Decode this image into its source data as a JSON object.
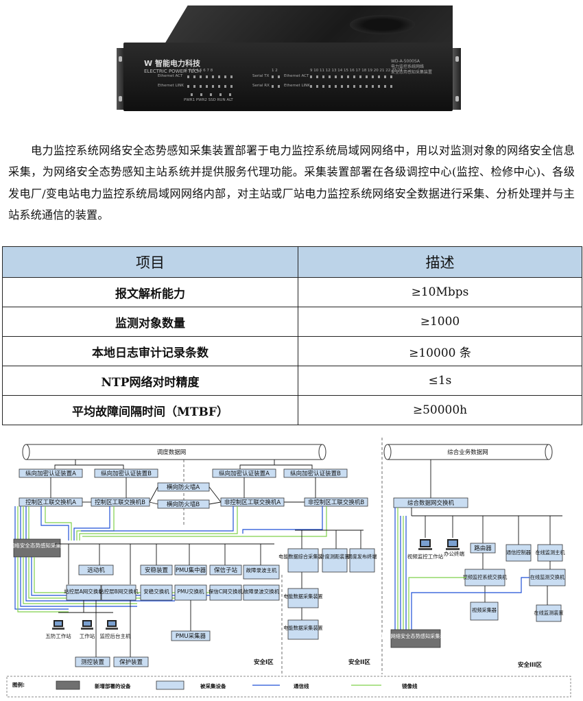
{
  "device": {
    "brand": "W 智能电力科技",
    "brand_sub": "ELECTRIC POWER TECH",
    "model": "WD-A-5000SA",
    "model_line1": "电力监控系统网络",
    "model_line2": "安全态势感知采集装置",
    "leds_left_label1": "Ethernet ACT",
    "leds_left_label2": "Ethernet LINK",
    "leds_left_nums": "1 2 3 4 5 6 7 8",
    "leds_left_bottom": "PWR1  PWR2  SSD  RUN  ALT",
    "leds_right_label1": "Serial TX",
    "leds_right_label2": "Serial RX",
    "leds_right_label3": "Ethernet ACT",
    "leds_right_label4": "Ethernet LINK",
    "leds_right_nums": "1 2",
    "leds_right_nums2": "9 10 11 12 13 14 15 16 17 18 19 20 21 22 23 24"
  },
  "paragraph": "电力监控系统网络安全态势感知采集装置部署于电力监控系统局域网网络中，用以对监测对象的网络安全信息采集，为网络安全态势感知主站系统并提供服务代理功能。采集装置部署在各级调控中心(监控、检修中心)、各级发电厂/变电站电力监控系统局域网网络内部，对主站或厂站电力监控系统网络安全数据进行采集、分析处理并与主站系统通信的装置。",
  "table": {
    "headers": [
      "项目",
      "描述"
    ],
    "rows": [
      {
        "item": "报文解析能力",
        "desc": "≥10Mbps"
      },
      {
        "item": "监测对象数量",
        "desc": "≥1000"
      },
      {
        "item": "本地日志审计记录条数",
        "desc": "≥10000 条"
      },
      {
        "item": "NTP网络对时精度",
        "desc": "≤1s"
      },
      {
        "item": "平均故障间隔时间（MTBF）",
        "desc": "≥50000h"
      }
    ]
  },
  "diagram": {
    "dispatch_net": "调度数据网",
    "comprehensive_net": "综合业务数据网",
    "auth_a1": "纵向加密认证装置A",
    "auth_b1": "纵向加密认证装置B",
    "auth_a2": "纵向加密认证装置A",
    "auth_b2": "纵向加密认证装置B",
    "firewall_a": "横向防火墙A",
    "firewall_b": "横向防火墙B",
    "ctrl_switch_a": "控制区工联交换机A",
    "ctrl_switch_b": "控制区工联交换机B",
    "nonctrl_switch_a": "非控制区工联交换机A",
    "nonctrl_switch_b": "非控制区工联交换机B",
    "sensor_1": "I区网络安全态势感知采集装置",
    "sensor_3": "III区网络安全态势感知采集装置",
    "remote": "远动机",
    "station_a": "站控层A网交换机",
    "station_b": "站控层B网交换机",
    "stability": "安稳装置",
    "pmu_center": "PMU集中器",
    "protection_sub": "保信子站",
    "fault_rec": "故障录波主机",
    "stability_sw": "安稳交换机",
    "pmu_sw": "PMU交换机",
    "protection_sw": "保信C网交换机",
    "fault_sw": "故障录波交换机",
    "pmu_collector": "PMU采集器",
    "ws_5prevent": "五防工作站",
    "ws": "工作站",
    "ws_monitor": "监控后台主机",
    "measure": "测控装置",
    "protect": "保护装置",
    "energy_a": "电能数据综合采集装置",
    "energy_b": "电能数据采集装置",
    "energy_c": "电能数据采集装置",
    "tariff": "计度测距装置",
    "dispatch_pub": "调度发布终端",
    "comp_switch": "综合数据网交换机",
    "video_ws": "视频监控工作站",
    "office": "办公终端",
    "router": "路由器",
    "comm_ctrl": "通信控制器",
    "online_host": "在线监测主机",
    "video_sw": "视频监控系统交换机",
    "online_sw": "在线监测交换机",
    "video_collector": "视频采集器",
    "online_dev": "在线监测装置",
    "zone1": "安全I区",
    "zone2": "安全II区",
    "zone3": "安全III区",
    "legend_title": "图例:",
    "legend_new": "新增部署的设备",
    "legend_collected": "被采集设备",
    "legend_comm": "通信线",
    "legend_mirror": "镜像线",
    "colors": {
      "box_fill": "#c9ddf2",
      "box_dark": "#707070",
      "comm_line": "#1f4fd6",
      "mirror_line": "#7fd04a"
    }
  }
}
